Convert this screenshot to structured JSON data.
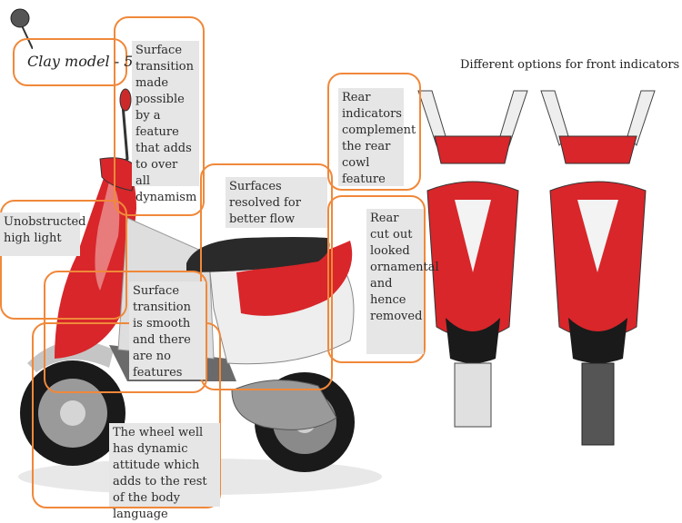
{
  "title": "Clay model - 5",
  "caption": "Different options for front indicators",
  "notes": {
    "surface_transition_top": "Surface transition made possible by a feature that adds to over all dynamism",
    "rear_indicators": "Rear indicators complement the rear cowl feature",
    "surfaces_resolved": "Surfaces resolved for better flow",
    "rear_cut_out": "Rear cut out looked ornamental and hence removed",
    "unobstructed": "Unobstructed high light",
    "surface_transition_smooth": "Surface transition is smooth and there are no features",
    "wheel_well": "The wheel well has dynamic attitude which adds to the rest of the body language"
  },
  "colors": {
    "accent_outline": "#f0883a",
    "body_red": "#d8262a",
    "note_bg": "#e6e6e6"
  },
  "icons": {
    "pin": "pushpin-icon"
  }
}
